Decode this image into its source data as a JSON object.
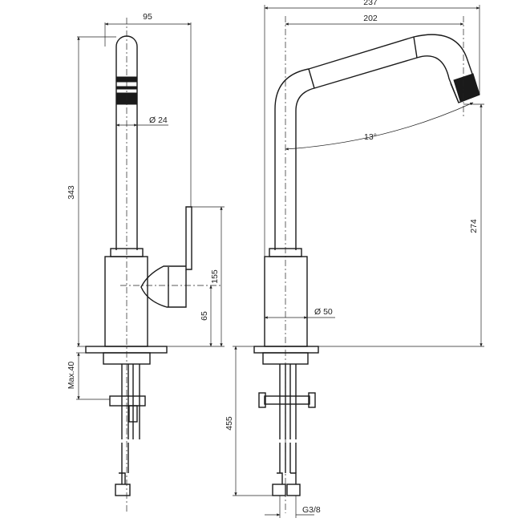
{
  "dimensions": {
    "front_width": "95",
    "spout_diameter": "24",
    "total_height": "343",
    "handle_height": "155",
    "base_height": "65",
    "counter_thickness": "Max.40",
    "side_reach_total": "237",
    "side_reach_spout": "202",
    "spout_angle": "13°",
    "spout_height": "274",
    "body_diameter": "50",
    "hose_length": "455",
    "connection_thread": "G3/8"
  },
  "colors": {
    "line": "#1a1a1a",
    "background": "#ffffff"
  }
}
